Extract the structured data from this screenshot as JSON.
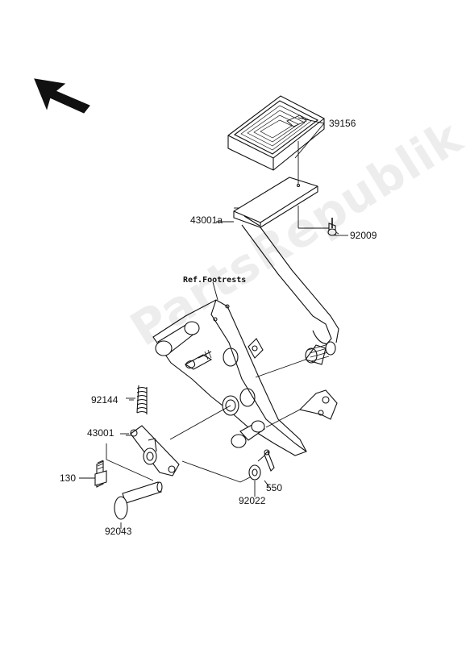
{
  "watermark": {
    "text": "PartsRepublik"
  },
  "reference": {
    "label": "Ref.Footrests"
  },
  "parts": {
    "p39156": "39156",
    "p43001a": "43001a",
    "p92009": "92009",
    "p92144": "92144",
    "p43001": "43001",
    "p130": "130",
    "p550": "550",
    "p92022": "92022",
    "p92043": "92043"
  },
  "colors": {
    "line": "#111111",
    "background": "#ffffff",
    "watermark": "#d8d8d8"
  }
}
